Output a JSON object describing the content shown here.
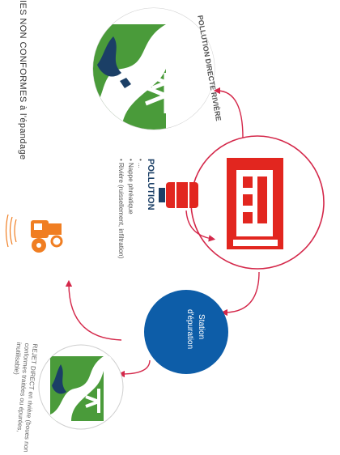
{
  "header": {
    "text": "IES NON CONFORMES à l'épandage"
  },
  "top_badge": {
    "text": "POLLUTION DIRECTE RIVIÈRE"
  },
  "pollution": {
    "title": "POLLUTION",
    "items": [
      "• ...",
      "• Nappe phréatique",
      "• Rivière (ruissellement, infiltration)"
    ]
  },
  "station": {
    "line1": "Station",
    "line2": "d'épuration"
  },
  "bottom_badge": {
    "text": "REJET DIRECT en rivière (boues non conformes traitées ou épurées, inutilisable)"
  },
  "colors": {
    "accent": "#d4284a",
    "green": "#4a9b3a",
    "navy": "#1b3f66",
    "blue": "#0d5da8",
    "tractor": "#f07e22",
    "building": "#e2261f"
  },
  "icons": [
    "tractor-icon",
    "building-icon",
    "barrel-icon",
    "river-icon"
  ]
}
